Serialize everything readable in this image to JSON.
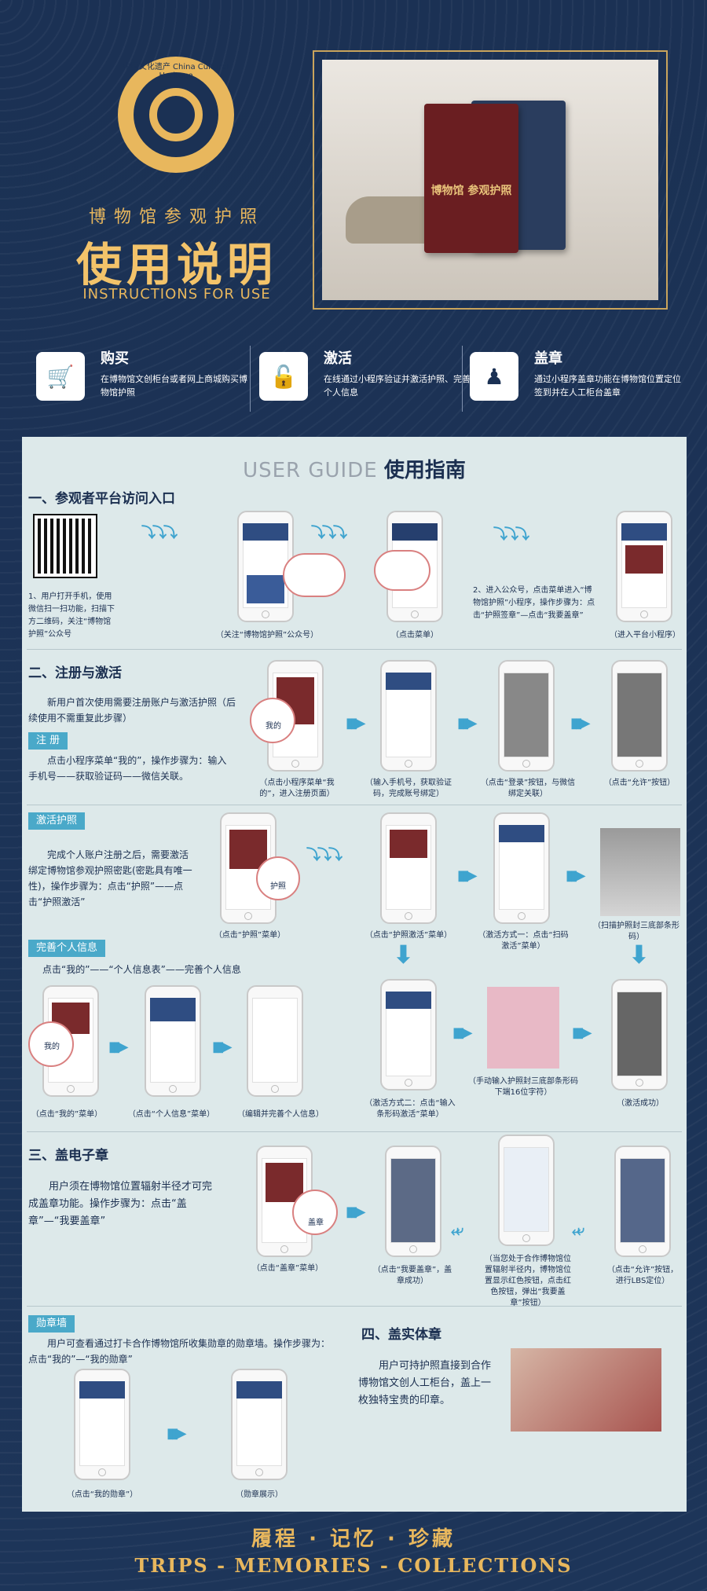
{
  "header": {
    "logo_text": "中国文化遗产 China Cultural Heritage",
    "subtitle": "博物馆参观护照",
    "title": "使用说明",
    "title_en": "INSTRUCTIONS FOR USE",
    "passport_text": "博物馆 参观护照"
  },
  "steps": [
    {
      "title": "购买",
      "desc": "在博物馆文创柜台或者网上商城购买博物馆护照",
      "icon": "cart-icon"
    },
    {
      "title": "激活",
      "desc": "在线通过小程序验证并激活护照、完善个人信息",
      "icon": "unlock-icon"
    },
    {
      "title": "盖章",
      "desc": "通过小程序盖章功能在博物馆位置定位签到并在人工柜台盖章",
      "icon": "stamp-icon"
    }
  ],
  "guide": {
    "title_en": "USER GUIDE",
    "title_cn": "使用指南",
    "sec1": {
      "title": "一、参观者平台访问入口",
      "desc1": "1、用户打开手机，使用微信扫一扫功能，扫描下方二维码，关注“博物馆护照”公众号",
      "desc2": "2、进入公众号，点击菜单进入“博物馆护照”小程序，操作步骤为：点击“护照签章”—点击“我要盖章”",
      "caps": [
        "（关注“博物馆护照”公众号）",
        "（点击菜单）",
        "（进入平台小程序）"
      ]
    },
    "sec2": {
      "title": "二、注册与激活",
      "intro": "新用户首次使用需要注册账户与激活护照（后续使用不需重复此步骤）",
      "reg_tag": "注  册",
      "reg_desc": "点击小程序菜单“我的”，操作步骤为：输入手机号——获取验证码——微信关联。",
      "reg_caps": [
        "（点击小程序菜单“我的”，进入注册页面）",
        "（输入手机号，获取验证码，完成账号绑定）",
        "（点击“登录”按钮，与微信绑定关联）",
        "（点击“允许”按钮）"
      ],
      "act_tag": "激活护照",
      "act_desc": "完成个人账户注册之后，需要激活绑定博物馆参观护照密匙(密匙具有唯一性)，操作步骤为：点击“护照”——点击“护照激活”",
      "act_caps": [
        "（点击“护照”菜单）",
        "（点击“护照激活”菜单）",
        "（激活方式一：点击“扫码激活”菜单）",
        "（扫描护照封三底部条形码）"
      ],
      "info_tag": "完善个人信息",
      "info_desc": "点击“我的”——“个人信息表”——完善个人信息",
      "info_caps": [
        "（点击“我的”菜单）",
        "（点击“个人信息”菜单）",
        "（编辑并完善个人信息）",
        "（激活方式二：点击“输入条形码激活”菜单）",
        "（手动输入护照封三底部条形码下端16位字符）",
        "（激活成功）"
      ],
      "me_label": "我的",
      "passport_label": "护照"
    },
    "sec3": {
      "title": "三、盖电子章",
      "desc": "用户须在博物馆位置辐射半径才可完成盖章功能。操作步骤为：点击“盖章”—“我要盖章”",
      "caps": [
        "（点击“盖章”菜单）",
        "（点击“我要盖章”，盖章成功）",
        "（当您处于合作博物馆位置辐射半径内，博物馆位置显示红色按钮，点击红色按钮，弹出“我要盖章”按钮）",
        "（点击“允许”按钮，进行LBS定位）"
      ],
      "stamp_label": "盖章"
    },
    "wall": {
      "tag": "勋章墙",
      "desc": "用户可查看通过打卡合作博物馆所收集勋章的勋章墙。操作步骤为：点击“我的”—“我的勋章”",
      "caps": [
        "（点击“我的勋章”）",
        "（勋章展示）"
      ]
    },
    "sec4": {
      "title": "四、盖实体章",
      "desc": "用户可持护照直接到合作博物馆文创人工柜台，盖上一枚独特宝贵的印章。"
    }
  },
  "footer": {
    "cn": "履程 · 记忆 · 珍藏",
    "en": "TRIPS - MEMORIES - COLLECTIONS"
  }
}
